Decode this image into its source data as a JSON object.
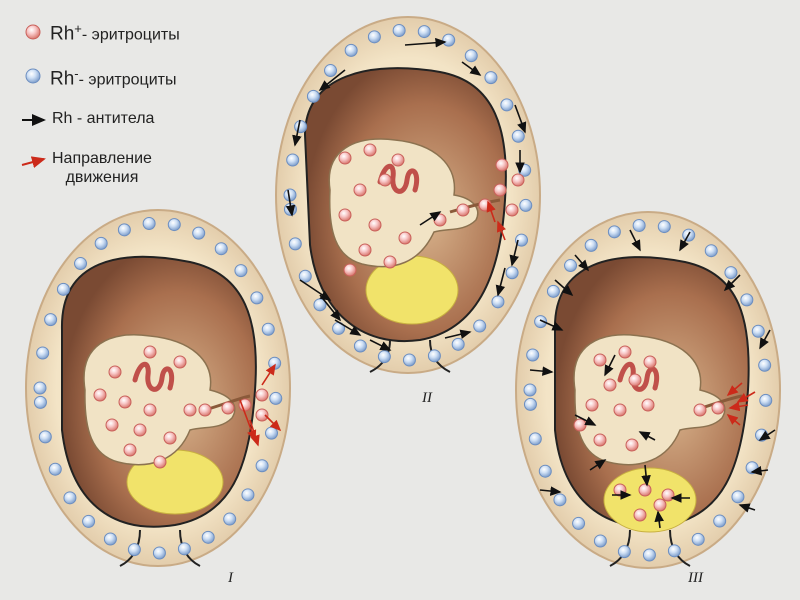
{
  "legend": {
    "rh_pos": {
      "prefix": "Rh",
      "sign": "+",
      "suffix": "- эритроциты"
    },
    "rh_neg": {
      "prefix": "Rh",
      "sign": "-",
      "suffix": "- эритроциты"
    },
    "antibody": {
      "text": "Rh - антитела"
    },
    "direction": {
      "line1": "Направление",
      "line2": "движения"
    }
  },
  "stages": [
    {
      "label": "I"
    },
    {
      "label": "II"
    },
    {
      "label": "III"
    }
  ],
  "colors": {
    "background": "#e8e8e6",
    "rh_pos_cell": "#f2a2a6",
    "rh_neg_cell": "#a8c4e8",
    "antibody_arrow": "#111111",
    "movement_arrow": "#cc2a1a",
    "uterus_wall": "#eed6b0",
    "amniotic_cavity": "#a46b4c",
    "fetus_body": "#f1e3c5",
    "yolk_sac": "#f1e36a",
    "cord": "#c0504a"
  }
}
